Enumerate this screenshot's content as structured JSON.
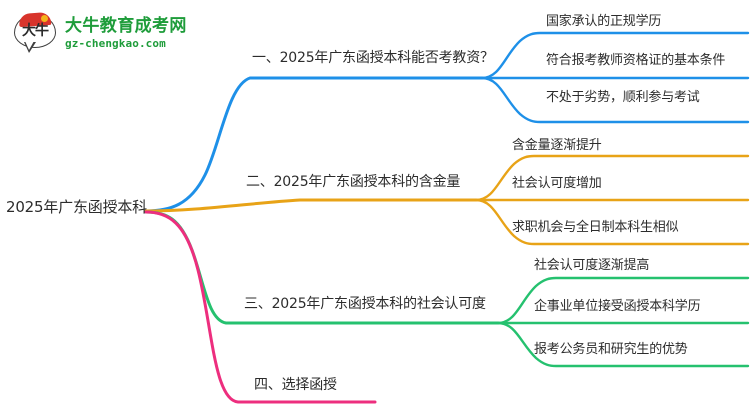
{
  "logo": {
    "mark_text": "大牛",
    "title": "大牛教育成考网",
    "subtitle": "gz-chengkao.com",
    "brand_color": "#1e9c3a",
    "cap_color": "#d8342b"
  },
  "mindmap": {
    "root": {
      "label": "2025年广东函授本科"
    },
    "branches": [
      {
        "label": "一、2025年广东函授本科能否考教资？",
        "color": "#1e90e8",
        "children": [
          {
            "label": "国家承认的正规学历"
          },
          {
            "label": "符合报考教师资格证的基本条件"
          },
          {
            "label": "不处于劣势，顺利参与考试"
          }
        ]
      },
      {
        "label": "二、2025年广东函授本科的含金量",
        "color": "#e8a317",
        "children": [
          {
            "label": "含金量逐渐提升"
          },
          {
            "label": "社会认可度增加"
          },
          {
            "label": "求职机会与全日制本科生相似"
          }
        ]
      },
      {
        "label": "三、2025年广东函授本科的社会认可度",
        "color": "#25c16f",
        "children": [
          {
            "label": "社会认可度逐渐提高"
          },
          {
            "label": "企事业单位接受函授本科学历"
          },
          {
            "label": "报考公务员和研究生的优势"
          }
        ]
      },
      {
        "label": "四、选择函授",
        "color": "#ed2e7e",
        "children": []
      }
    ]
  }
}
